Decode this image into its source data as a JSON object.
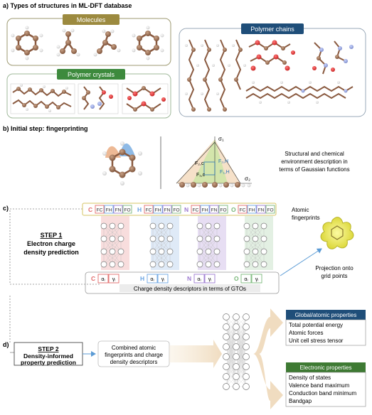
{
  "sections": {
    "a": {
      "title": "a) Types of structures in ML-DFT database",
      "molecules": "Molecules",
      "polymer_chains": "Polymer chains",
      "polymer_crystals": "Polymer crystals"
    },
    "b": {
      "title": "b) Initial step: fingerprinting",
      "desc": [
        "Structural and chemical",
        "environment description in",
        "terms of Gaussian functions"
      ],
      "sigma1": "σ₁",
      "sigma2": "σ₂",
      "f2c": "F₂,c",
      "f2h": "F₂,H",
      "f1c": "F₁,c",
      "f1h": "F₁,H"
    },
    "c": {
      "label": "c)",
      "step": "STEP 1",
      "desc": [
        "Electron charge",
        "density prediction"
      ],
      "atom_groups": [
        {
          "el": "C",
          "fp": [
            "F",
            "C",
            "F",
            "H",
            "F",
            "N",
            "F",
            "O"
          ]
        },
        {
          "el": "H"
        },
        {
          "el": "N"
        },
        {
          "el": "O"
        }
      ],
      "fp_labels": [
        "FC",
        "FH",
        "FN",
        "FO"
      ],
      "atomic_fp": [
        "Atomic",
        "fingerprints"
      ],
      "desc_elements": [
        "C",
        "H",
        "N",
        "O"
      ],
      "alpha": "αᵢ",
      "gamma": "γᵢ",
      "gto_desc": "Charge density descriptors in terms of GTOs",
      "projection": [
        "Projection onto",
        "grid points"
      ]
    },
    "d": {
      "label": "d)",
      "step": "STEP 2",
      "desc": [
        "Density-informed",
        "property prediction"
      ],
      "inputs": [
        "Combined atomic",
        "fingerprints and charge",
        "density descriptors"
      ],
      "global_title": "Global/atomic properties",
      "global_items": [
        "Total potential energy",
        "Atomic forces",
        "Unit cell stress tensor"
      ],
      "elec_title": "Electronic properties",
      "elec_items": [
        "Density of states",
        "Valence band maximum",
        "Conduction band minimum",
        "Bandgap"
      ]
    }
  },
  "colors": {
    "olive": "#8a7a3a",
    "blue_dark": "#1f4e79",
    "green_dark": "#3e7a33",
    "c_red": "#e26a6a",
    "h_blue": "#6aa3e2",
    "n_purple": "#9d7ad0",
    "o_green": "#7ab87a",
    "orange_fill": "#f4dcc0",
    "yellow": "#e6e34a"
  }
}
